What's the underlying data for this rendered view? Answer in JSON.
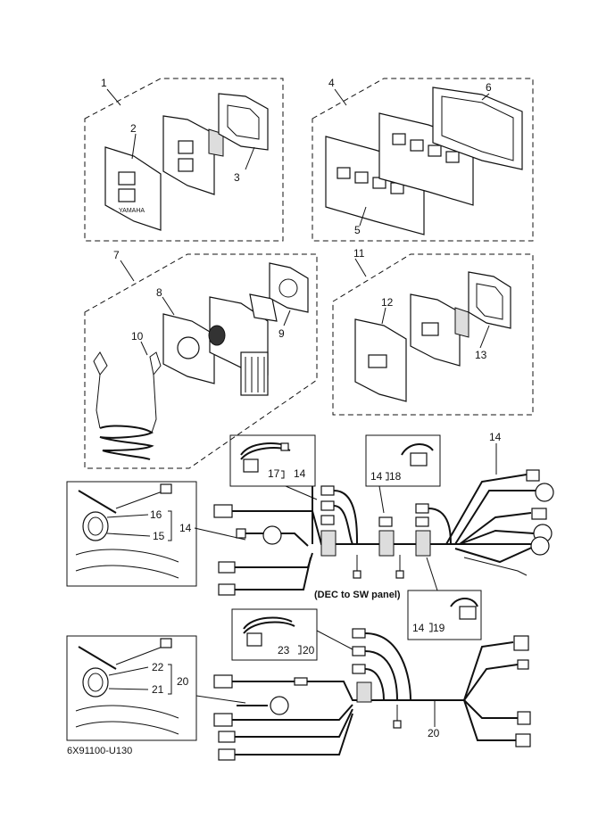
{
  "diagram": {
    "code": "6X91100-U130",
    "panel_note": "(DEC to SW panel)",
    "callouts": {
      "c1": "1",
      "c2": "2",
      "c3": "3",
      "c4": "4",
      "c5": "5",
      "c6": "6",
      "c7": "7",
      "c8": "8",
      "c9": "9",
      "c10": "10",
      "c11": "11",
      "c12": "12",
      "c13": "13",
      "c14a": "14",
      "c14b": "14",
      "c14c": "14",
      "c14d": "14",
      "c14e": "14",
      "c15": "15",
      "c16": "16",
      "c17": "17",
      "c18": "18",
      "c19": "19",
      "c20a": "20",
      "c20b": "20",
      "c20c": "20",
      "c21": "21",
      "c22": "22",
      "c23": "23"
    },
    "brand": "YAMAHA"
  }
}
